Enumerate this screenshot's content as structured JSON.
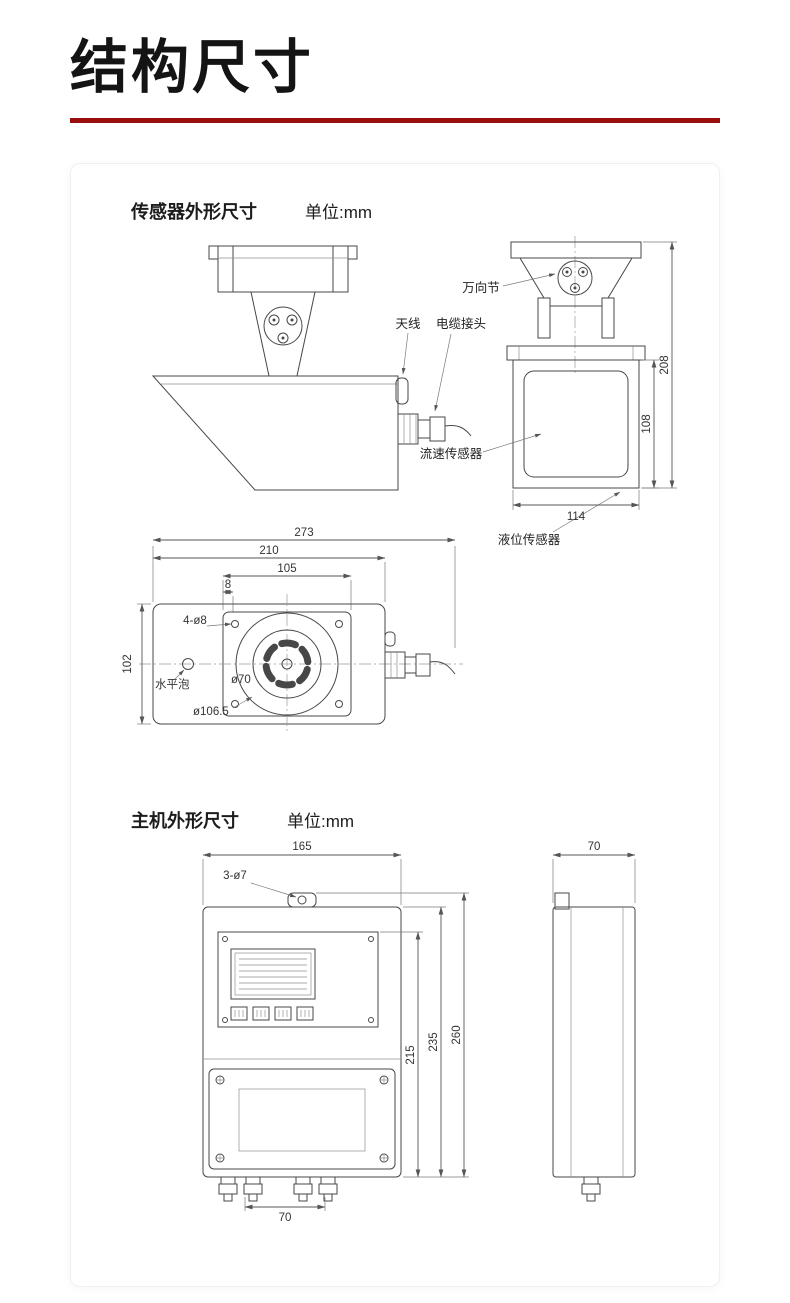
{
  "colors": {
    "accent": "#990f0f",
    "line": "#474747",
    "ink": "#222222"
  },
  "header": {
    "title": "结构尺寸"
  },
  "sensor": {
    "heading": "传感器外形尺寸",
    "unit": "单位:mm",
    "labels": {
      "universal_joint": "万向节",
      "antenna": "天线",
      "cable_connector": "电缆接头",
      "velocity_sensor": "流速传感器",
      "level_sensor": "液位传感器",
      "level_bubble": "水平泡",
      "mount_holes": "4-ø8",
      "circle_inner": "ø70",
      "circle_outer": "ø106.5"
    },
    "dims": {
      "overall_height": "208",
      "body_height": "108",
      "front_width": "114",
      "overall_length": "273",
      "body_length": "210",
      "plate_length": "105",
      "hole_offset": "8",
      "body_width": "102"
    }
  },
  "host": {
    "heading": "主机外形尺寸",
    "unit": "单位:mm",
    "labels": {
      "mount_holes": "3-ø7"
    },
    "dims": {
      "width": "165",
      "depth": "70",
      "inner_height": "215",
      "body_height": "235",
      "overall_height": "260",
      "gland_spacing": "70"
    }
  }
}
